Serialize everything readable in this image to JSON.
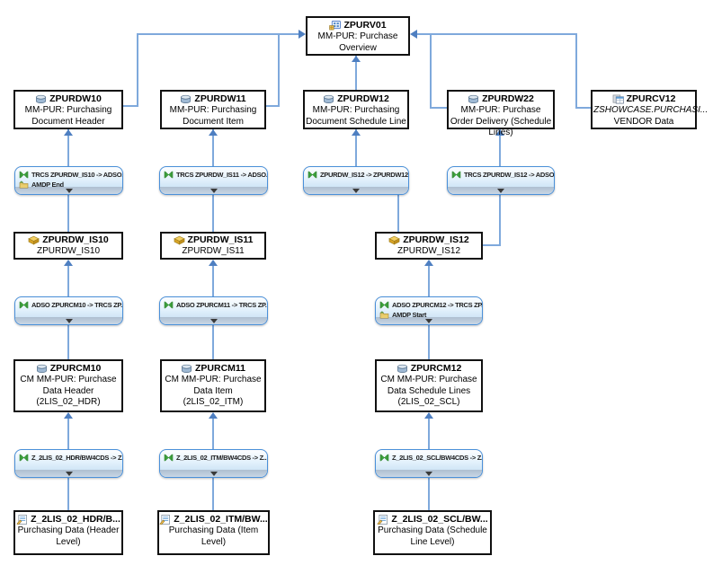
{
  "nodes": {
    "zpurv01": {
      "title": "ZPURV01",
      "subtitle": "MM-PUR: Purchase Overview"
    },
    "zpurdw10": {
      "title": "ZPURDW10",
      "subtitle": "MM-PUR: Purchasing Document Header"
    },
    "zpurdw11": {
      "title": "ZPURDW11",
      "subtitle": "MM-PUR: Purchasing Document Item"
    },
    "zpurdw12": {
      "title": "ZPURDW12",
      "subtitle": "MM-PUR: Purchasing Document Schedule Line"
    },
    "zpurdw22": {
      "title": "ZPURDW22",
      "subtitle": "MM-PUR: Purchase Order Delivery (Schedule Lines)"
    },
    "zpurcv12": {
      "title": "ZPURCV12",
      "subtitle_italic": "ZSHOWCASE.PURCHASI...",
      "subtitle2": "VENDOR Data"
    },
    "zpurdw_is10": {
      "title": "ZPURDW_IS10",
      "subtitle": "ZPURDW_IS10"
    },
    "zpurdw_is11": {
      "title": "ZPURDW_IS11",
      "subtitle": "ZPURDW_IS11"
    },
    "zpurdw_is12": {
      "title": "ZPURDW_IS12",
      "subtitle": "ZPURDW_IS12"
    },
    "zpurcm10": {
      "title": "ZPURCM10",
      "subtitle": "CM MM-PUR: Purchase Data Header (2LIS_02_HDR)"
    },
    "zpurcm11": {
      "title": "ZPURCM11",
      "subtitle": "CM MM-PUR: Purchase Data Item (2LIS_02_ITM)"
    },
    "zpurcm12": {
      "title": "ZPURCM12",
      "subtitle": "CM MM-PUR: Purchase Data Schedule Lines (2LIS_02_SCL)"
    },
    "ds_hdr": {
      "title": "Z_2LIS_02_HDR/B...",
      "subtitle": "Purchasing Data (Header Level)"
    },
    "ds_itm": {
      "title": "Z_2LIS_02_ITM/BW...",
      "subtitle": "Purchasing Data (Item Level)"
    },
    "ds_scl": {
      "title": "Z_2LIS_02_SCL/BW...",
      "subtitle": "Purchasing Data (Schedule Line Level)"
    }
  },
  "transformations": {
    "t_is10": {
      "label": "TRCS ZPURDW_IS10 -> ADSO...",
      "sublabel": "AMDP End"
    },
    "t_is11": {
      "label": "TRCS ZPURDW_IS11 -> ADSO..."
    },
    "t_is12_dw12": {
      "label": "ZPURDW_IS12 -> ZPURDW12"
    },
    "t_is12_adso": {
      "label": "TRCS ZPURDW_IS12 -> ADSO..."
    },
    "t_cm10": {
      "label": "ADSO ZPURCM10 -> TRCS ZP..."
    },
    "t_cm11": {
      "label": "ADSO ZPURCM11 -> TRCS ZP..."
    },
    "t_cm12": {
      "label": "ADSO ZPURCM12 -> TRCS ZP...",
      "sublabel": "AMDP Start"
    },
    "t_hdr": {
      "label": "Z_2LIS_02_HDR/BW4CDS -> Z..."
    },
    "t_itm": {
      "label": "Z_2LIS_02_ITM/BW4CDS -> Z..."
    },
    "t_scl": {
      "label": "Z_2LIS_02_SCL/BW4CDS -> Z..."
    }
  },
  "icons": {
    "composite-provider-icon": "blue grid with gold table",
    "adso-icon": "blue-grey cylinder",
    "calculation-view-icon": "grey sheet with blue table",
    "infosource-icon": "gold 3d envelope",
    "transformation-icon": "green bowtie triangles",
    "amdp-icon": "tan folder with green corner",
    "datasource-icon": "page with blue lines and pencil",
    "expand-icon": "black triangle down"
  },
  "colors": {
    "edge": "#7fa9dc",
    "arrowhead": "#4e7fc1",
    "transformation_border": "#4a90d9",
    "transformation_fill": "#e3f1fc",
    "box_border": "#111111",
    "box_background": "#ffffff",
    "canvas_background": "#ffffff"
  }
}
